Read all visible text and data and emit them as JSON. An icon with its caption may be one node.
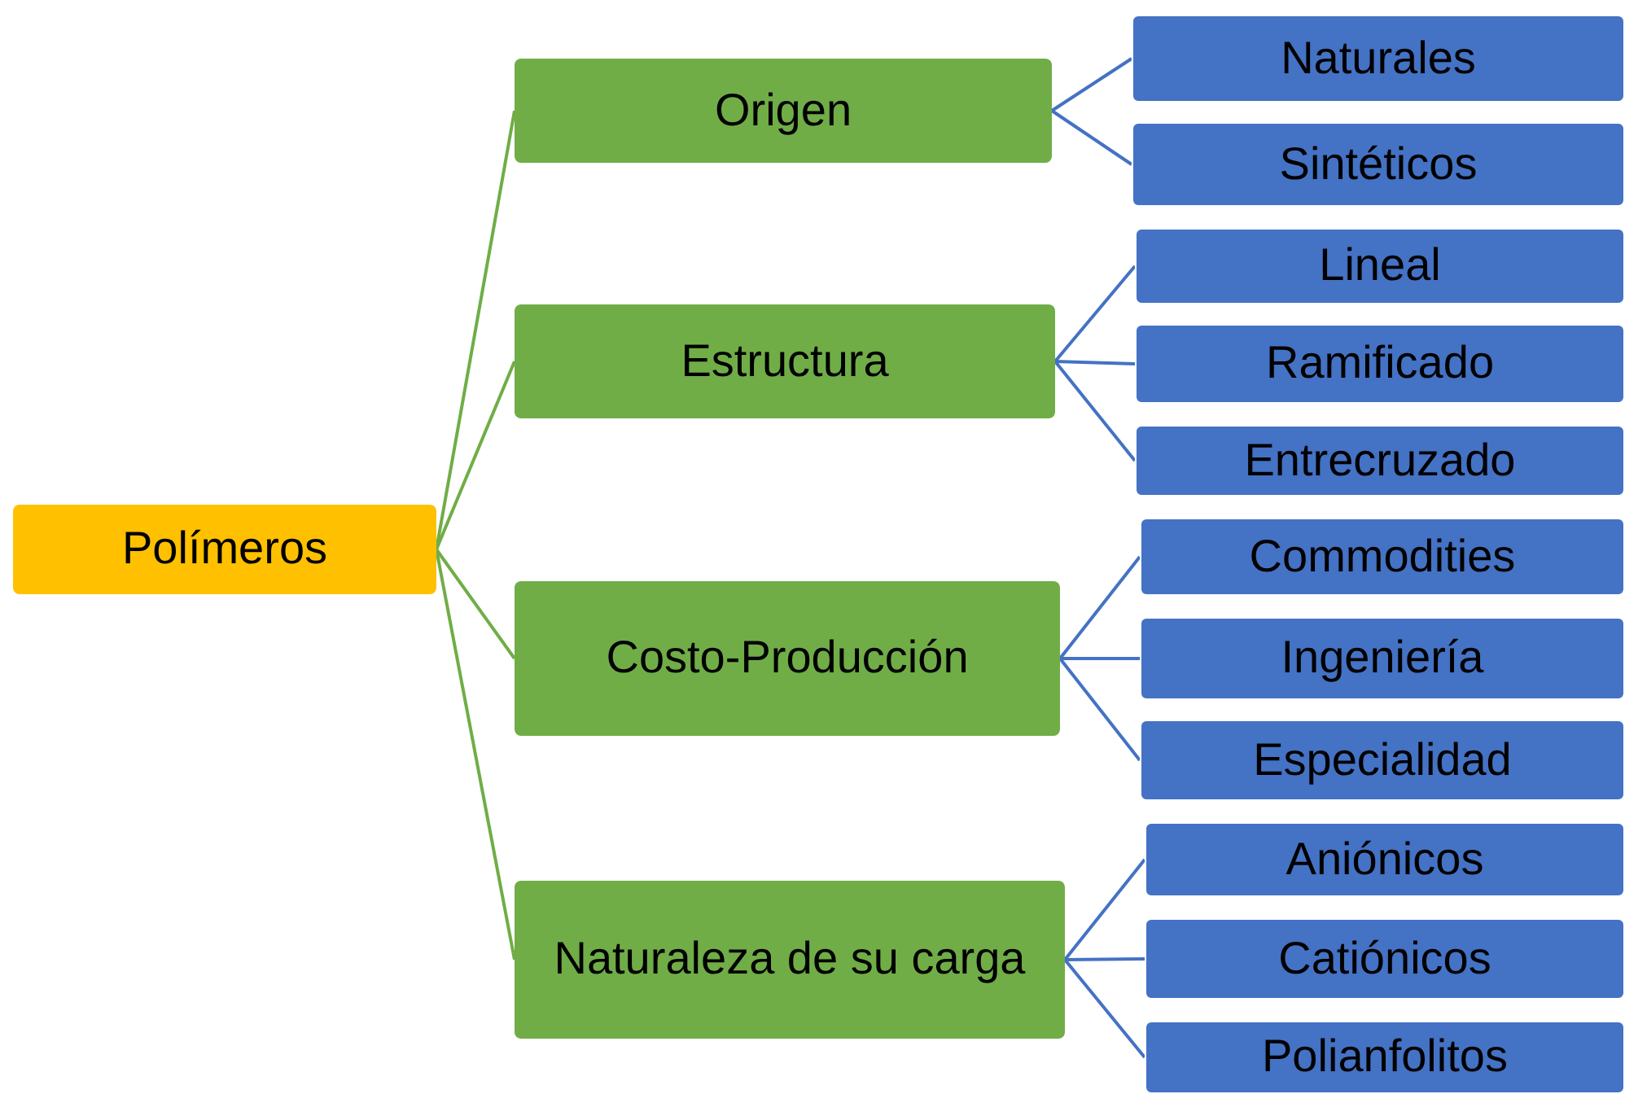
{
  "diagram": {
    "nodes": [
      {
        "text": [
          "Polímeros"
        ]
      },
      {
        "text": [
          "Origen"
        ]
      },
      {
        "text": [
          "Naturales"
        ]
      },
      {
        "text": [
          "Sintéticos"
        ]
      },
      {
        "text": [
          "Estructura"
        ]
      },
      {
        "text": [
          "Lineal"
        ]
      },
      {
        "text": [
          "Ramificado"
        ]
      },
      {
        "text": [
          "Entrecruzado"
        ]
      },
      {
        "text": [
          "Costo-Producción"
        ]
      },
      {
        "text": [
          "Commodities"
        ]
      },
      {
        "text": [
          "Ingeniería"
        ]
      },
      {
        "text": [
          "Especialidad"
        ]
      },
      {
        "text": [
          "Naturaleza de su carga"
        ]
      },
      {
        "text": [
          "Aniónicos"
        ]
      },
      {
        "text": [
          "Catiónicos"
        ]
      },
      {
        "text": [
          "Polianfolitos"
        ]
      }
    ],
    "edges": [
      {
        "from": 0,
        "to": 1,
        "arrow": "none",
        "color": "#70ad47"
      },
      {
        "from": 0,
        "to": 4,
        "arrow": "none",
        "color": "#70ad47"
      },
      {
        "from": 0,
        "to": 8,
        "arrow": "none",
        "color": "#70ad47"
      },
      {
        "from": 0,
        "to": 12,
        "arrow": "none",
        "color": "#70ad47"
      },
      {
        "from": 1,
        "to": 2,
        "arrow": "none"
      },
      {
        "from": 1,
        "to": 3,
        "arrow": "none"
      },
      {
        "from": 4,
        "to": 5,
        "arrow": "none"
      },
      {
        "from": 4,
        "to": 6,
        "arrow": "none"
      },
      {
        "from": 4,
        "to": 7,
        "arrow": "none"
      },
      {
        "from": 8,
        "to": 9,
        "arrow": "none"
      },
      {
        "from": 8,
        "to": 10,
        "arrow": "none"
      },
      {
        "from": 8,
        "to": 11,
        "arrow": "none"
      },
      {
        "from": 12,
        "to": 13,
        "arrow": "none"
      },
      {
        "from": 12,
        "to": 14,
        "arrow": "none"
      },
      {
        "from": 12,
        "to": 15,
        "arrow": "none"
      }
    ]
  }
}
